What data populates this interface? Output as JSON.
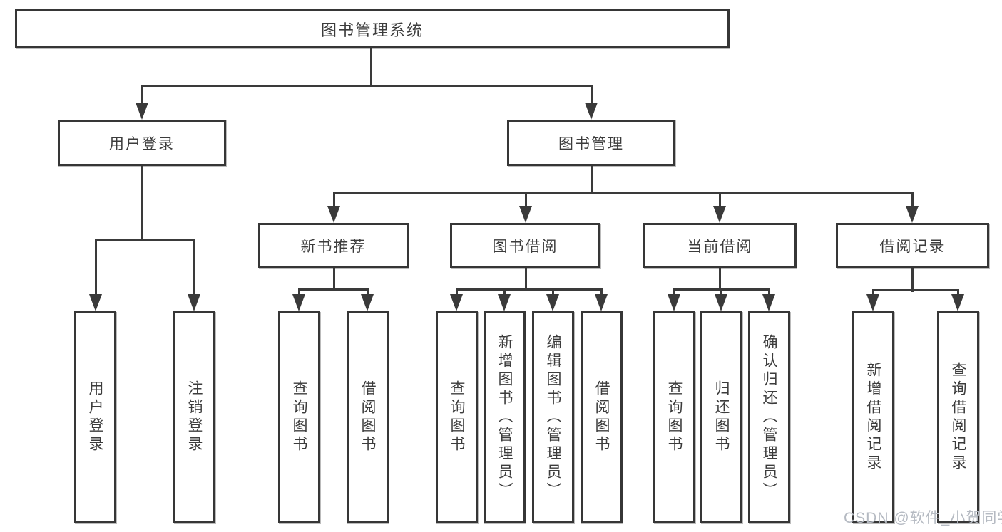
{
  "root": {
    "label": "图书管理系统"
  },
  "level2": [
    {
      "id": "user-login",
      "label": "用户登录",
      "parent": "图书管理系统"
    },
    {
      "id": "book-management",
      "label": "图书管理",
      "parent": "图书管理系统"
    }
  ],
  "level3": [
    {
      "id": "new-book-recommend",
      "label": "新书推荐",
      "parent": "图书管理"
    },
    {
      "id": "book-borrowing",
      "label": "图书借阅",
      "parent": "图书管理"
    },
    {
      "id": "current-borrowing",
      "label": "当前借阅",
      "parent": "图书管理"
    },
    {
      "id": "borrowing-records",
      "label": "借阅记录",
      "parent": "图书管理"
    }
  ],
  "leaves": [
    {
      "id": "leaf-user-login",
      "label": "用户登录",
      "parent": "用户登录"
    },
    {
      "id": "leaf-logout",
      "label": "注销登录",
      "parent": "用户登录"
    },
    {
      "id": "leaf-query-books-recommend",
      "label": "查询图书",
      "parent": "新书推荐"
    },
    {
      "id": "leaf-borrow-books-recommend",
      "label": "借阅图书",
      "parent": "新书推荐"
    },
    {
      "id": "leaf-query-books-borrowing",
      "label": "查询图书",
      "parent": "图书借阅"
    },
    {
      "id": "leaf-add-books-admin",
      "label": "新增图书（管理员）",
      "parent": "图书借阅"
    },
    {
      "id": "leaf-edit-books-admin",
      "label": "编辑图书（管理员）",
      "parent": "图书借阅"
    },
    {
      "id": "leaf-borrow-books-borrowing",
      "label": "借阅图书",
      "parent": "图书借阅"
    },
    {
      "id": "leaf-query-books-current",
      "label": "查询图书",
      "parent": "当前借阅"
    },
    {
      "id": "leaf-return-books",
      "label": "归还图书",
      "parent": "当前借阅"
    },
    {
      "id": "leaf-confirm-return-admin",
      "label": "确认归还（管理员）",
      "parent": "当前借阅"
    },
    {
      "id": "leaf-add-borrow-record",
      "label": "新增借阅记录",
      "parent": "借阅记录"
    },
    {
      "id": "leaf-query-borrow-record",
      "label": "查询借阅记录",
      "parent": "借阅记录"
    }
  ],
  "watermark": "CSDN @软件_小贺同学",
  "colors": {
    "line": "#3a3a3a",
    "border": "#363636",
    "text": "#3c3c3c",
    "background": "#ffffff",
    "watermark": "#b5bac2"
  }
}
